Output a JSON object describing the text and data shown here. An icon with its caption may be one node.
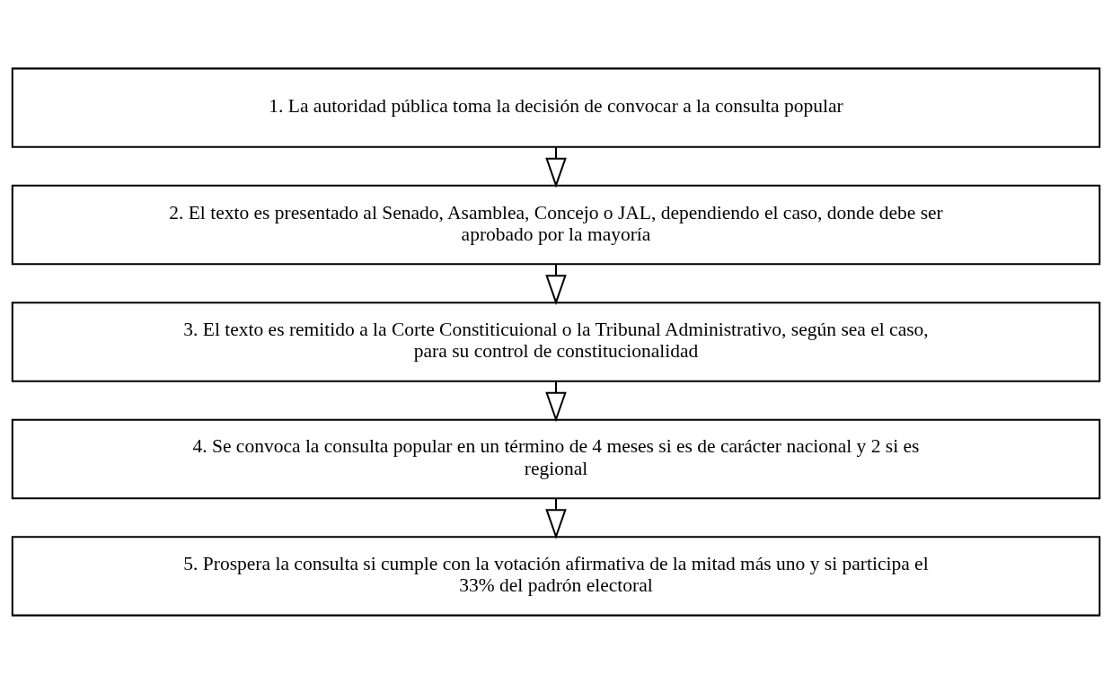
{
  "diagram": {
    "nodes": [
      {
        "text": [
          "1. La autoridad pública toma la decisión de convocar a la consulta popular"
        ]
      },
      {
        "text": [
          "2. El texto es presentado al Senado, Asamblea, Concejo o JAL, dependiendo el caso, donde debe ser aprobado por la mayoría"
        ]
      },
      {
        "text": [
          "3. El texto es remitido a la Corte Constiticuional o la Tribunal Administrativo, según sea el caso, para su control de constitucionalidad"
        ]
      },
      {
        "text": [
          "4. Se convoca la consulta popular en un término de 4 meses si es de carácter nacional y 2 si es regional"
        ]
      },
      {
        "text": [
          "5. Prospera la consulta si cumple con la votación afirmativa de la mitad más uno y si participa el 33% del padrón electoral"
        ]
      }
    ],
    "edges": [
      {
        "from": 0,
        "to": 1,
        "arrow": "to"
      },
      {
        "from": 1,
        "to": 2,
        "arrow": "to"
      },
      {
        "from": 2,
        "to": 3,
        "arrow": "to"
      },
      {
        "from": 3,
        "to": 4,
        "arrow": "to"
      }
    ]
  }
}
